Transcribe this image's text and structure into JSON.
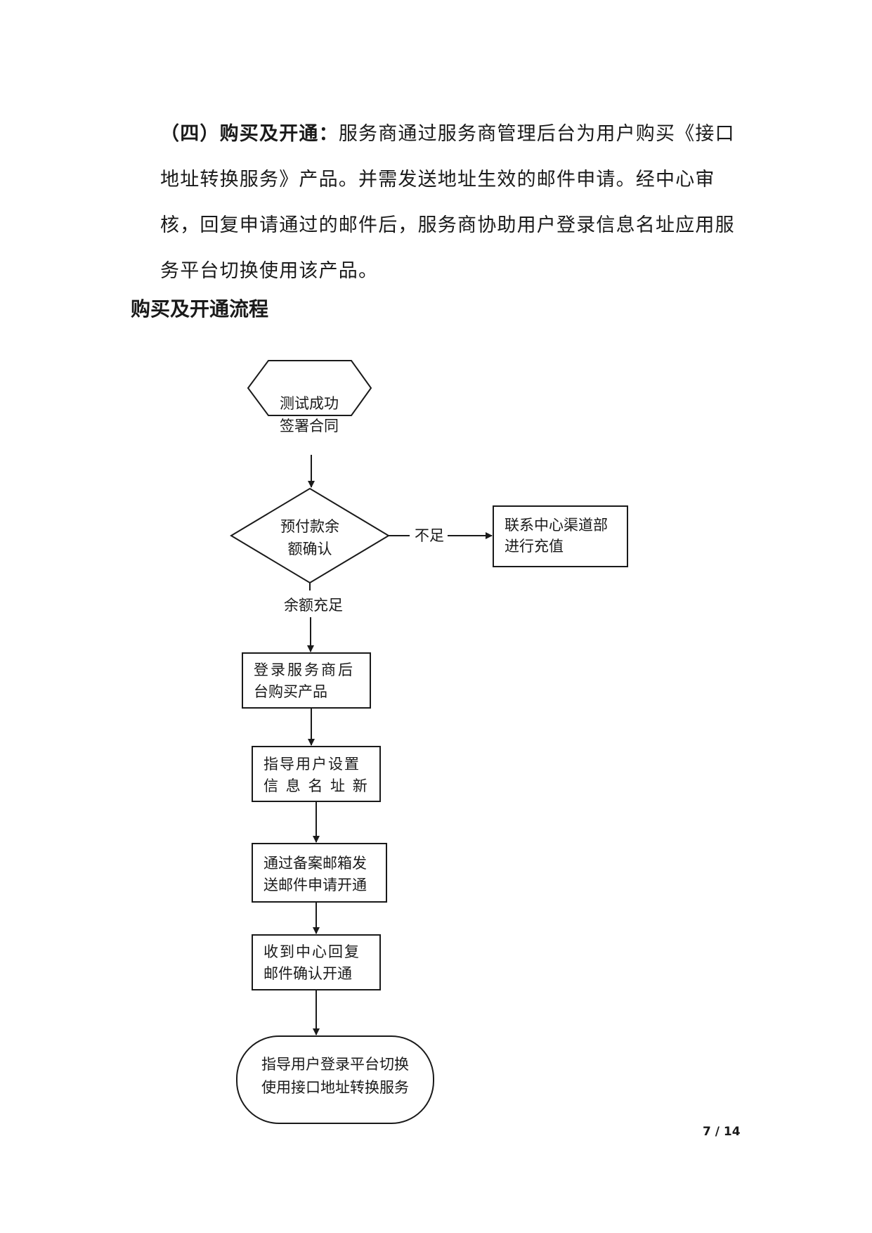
{
  "paragraph": {
    "lead": "（四）购买及开通：",
    "body": "服务商通过服务商管理后台为用户购买《接口地址转换服务》产品。并需发送地址生效的邮件申请。经中心审核，回复申请通过的邮件后，服务商协助用户登录信息名址应用服务平台切换使用该产品。"
  },
  "section_title": "购买及开通流程",
  "flowchart": {
    "start": {
      "line1": "测试成功",
      "line2": "签署合同"
    },
    "decision": {
      "line1": "预付款余",
      "line2": "额确认"
    },
    "branch_no": "不足",
    "branch_no_box": {
      "line1": "联系中心渠道部",
      "line2": "进行充值"
    },
    "branch_yes": "余额充足",
    "step1": {
      "line1": "登录服务商后",
      "line2": "台购买产品"
    },
    "step2": {
      "line1": "指导用户设置",
      "line2": "信 息 名 址 新"
    },
    "step3": {
      "line1": "通过备案邮箱发",
      "line2": "送邮件申请开通"
    },
    "step4": {
      "line1": "收到中心回复",
      "line2": "邮件确认开通"
    },
    "end": {
      "line1": "指导用户登录平台切换",
      "line2": "使用接口地址转换服务"
    }
  },
  "page_number": "7 / 14"
}
